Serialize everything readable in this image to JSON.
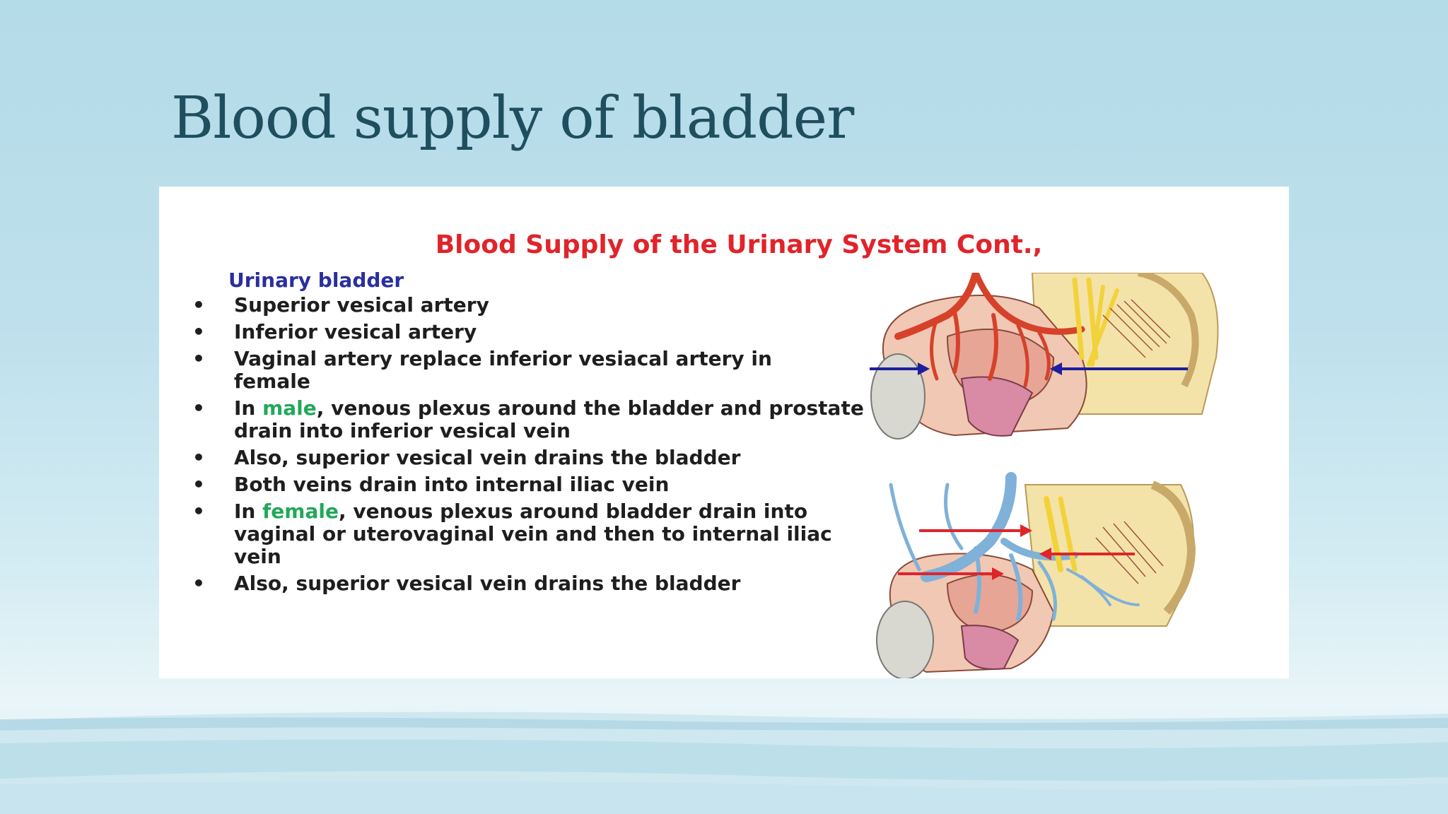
{
  "slide": {
    "title": "Blood supply of bladder"
  },
  "figure": {
    "heading": "Blood Supply of the Urinary System Cont.,",
    "subheading": "Urinary bladder",
    "bullets": [
      {
        "text": "Superior vesical artery"
      },
      {
        "text": "Inferior vesical artery"
      },
      {
        "text": "Vaginal artery replace inferior vesiacal artery in female"
      },
      {
        "before": "In ",
        "highlight": "male",
        "after": ", venous plexus around the bladder and prostate drain into inferior vesical vein"
      },
      {
        "text": "Also, superior vesical vein drains the bladder"
      },
      {
        "text": "Both veins drain into internal iliac vein"
      },
      {
        "before": "In ",
        "highlight": "female",
        "after": ", venous plexus around bladder drain into vaginal or uterovaginal vein and then to internal iliac vein"
      },
      {
        "text": "Also, superior vesical vein drains the bladder"
      }
    ],
    "bullet_symbol": "•"
  },
  "colors": {
    "title": "#1f4e5f",
    "heading": "#e0242a",
    "subheading": "#2a2f9e",
    "highlight": "#22a85a",
    "artery": "#d6412a",
    "vein": "#7fb1d9",
    "nerve": "#f2d23a",
    "arrow_blue": "#1e1e9e",
    "arrow_red": "#e0242a"
  }
}
